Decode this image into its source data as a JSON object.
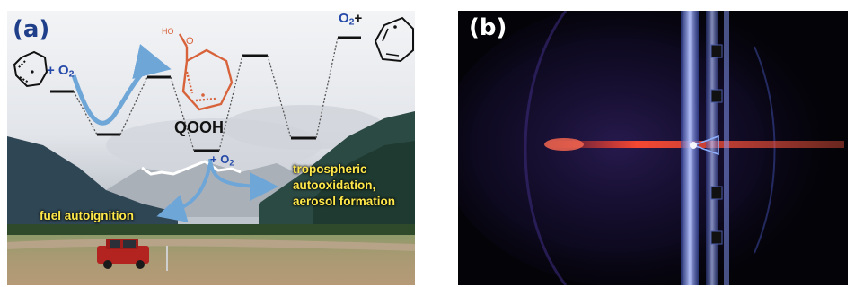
{
  "panel_a": {
    "label": "(a)",
    "reactant_oxygen": "+ O",
    "reactant_oxygen_sub": "2",
    "product_oxygen": "O",
    "product_oxygen_sub": "2",
    "product_plus": "+",
    "qooh_label": "QOOH",
    "second_oxygen": "+ O",
    "second_oxygen_sub": "2",
    "ho_label": "HO",
    "o_label": "O",
    "tropospheric_line1": "tropospheric",
    "tropospheric_line2": "autooxidation,",
    "tropospheric_line3": "aerosol formation",
    "fuel_label": "fuel autoignition",
    "colors": {
      "arrow": "#6fa6d8",
      "molecule_red": "#d8623a",
      "label_blue": "#2549a8",
      "annotation_yellow": "#ffe84a"
    }
  },
  "panel_b": {
    "label": "(b)",
    "colors": {
      "beam": "#ff3a2a",
      "glass_blue": "#6e8fe8"
    }
  }
}
